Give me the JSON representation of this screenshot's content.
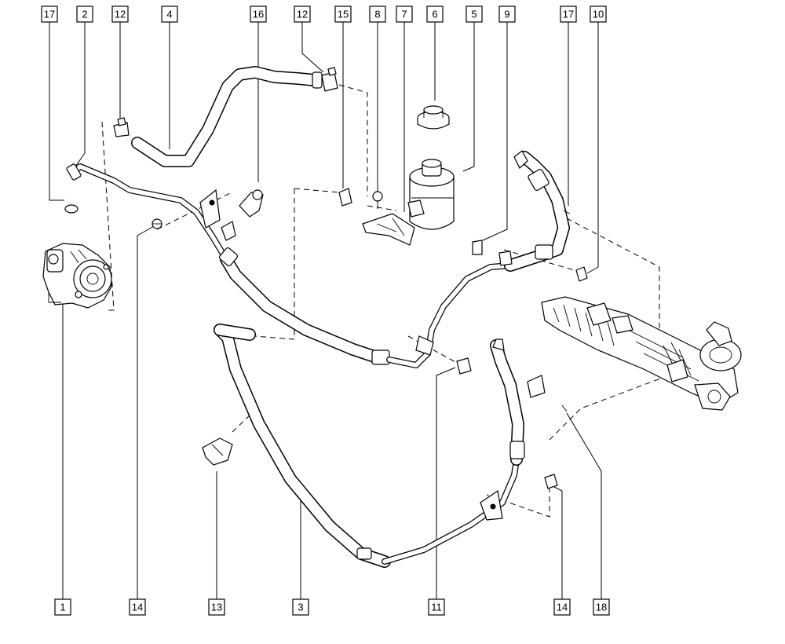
{
  "callouts": [
    {
      "id": "c17a",
      "label": "17"
    },
    {
      "id": "c2",
      "label": "2"
    },
    {
      "id": "c12a",
      "label": "12"
    },
    {
      "id": "c4",
      "label": "4"
    },
    {
      "id": "c16",
      "label": "16"
    },
    {
      "id": "c12b",
      "label": "12"
    },
    {
      "id": "c15",
      "label": "15"
    },
    {
      "id": "c8",
      "label": "8"
    },
    {
      "id": "c7",
      "label": "7"
    },
    {
      "id": "c6",
      "label": "6"
    },
    {
      "id": "c5",
      "label": "5"
    },
    {
      "id": "c9",
      "label": "9"
    },
    {
      "id": "c17b",
      "label": "17"
    },
    {
      "id": "c10",
      "label": "10"
    },
    {
      "id": "c1",
      "label": "1"
    },
    {
      "id": "c14a",
      "label": "14"
    },
    {
      "id": "c13",
      "label": "13"
    },
    {
      "id": "c3",
      "label": "3"
    },
    {
      "id": "c11",
      "label": "11"
    },
    {
      "id": "c14b",
      "label": "14"
    },
    {
      "id": "c18",
      "label": "18"
    }
  ]
}
